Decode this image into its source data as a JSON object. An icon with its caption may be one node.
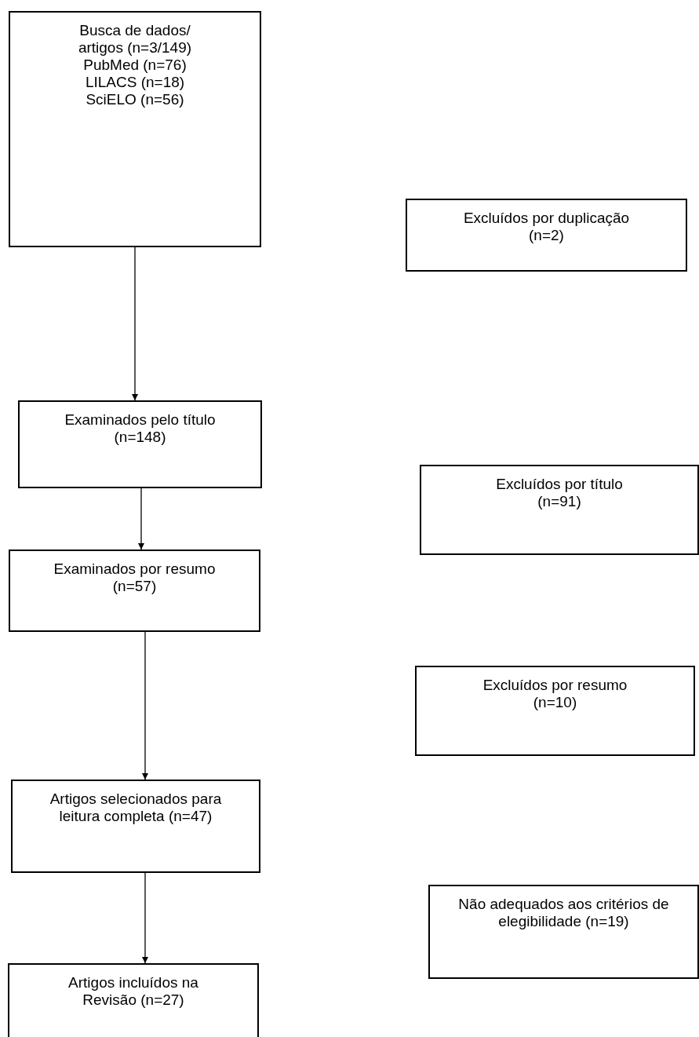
{
  "diagram": {
    "nodes": [
      {
        "text": [
          "Busca de dados/ artigos (n=3/149)",
          "PubMed (n=76)",
          "LILACS (n=18)",
          "SciELO (n=56)"
        ]
      },
      {
        "text": [
          "Excluídos por duplicação (n=2)"
        ]
      },
      {
        "text": [
          "Examinados pelo título (n=148)"
        ]
      },
      {
        "text": [
          "Excluídos por título (n=91)"
        ]
      },
      {
        "text": [
          "Examinados por resumo (n=57)"
        ]
      },
      {
        "text": [
          "Excluídos por resumo (n=10)"
        ]
      },
      {
        "text": [
          "Artigos selecionados para leitura completa (n=47)"
        ]
      },
      {
        "text": [
          "Não adequados aos critérios de elegibilidade (n=19)"
        ]
      },
      {
        "text": [
          "Artigos incluídos na Revisão (n=27)"
        ]
      }
    ],
    "edges": [
      {
        "from": 0,
        "to": 2,
        "arrow": "to"
      },
      {
        "from": 2,
        "to": 4,
        "arrow": "to"
      },
      {
        "from": 4,
        "to": 6,
        "arrow": "to"
      },
      {
        "from": 6,
        "to": 8,
        "arrow": "to"
      }
    ]
  }
}
